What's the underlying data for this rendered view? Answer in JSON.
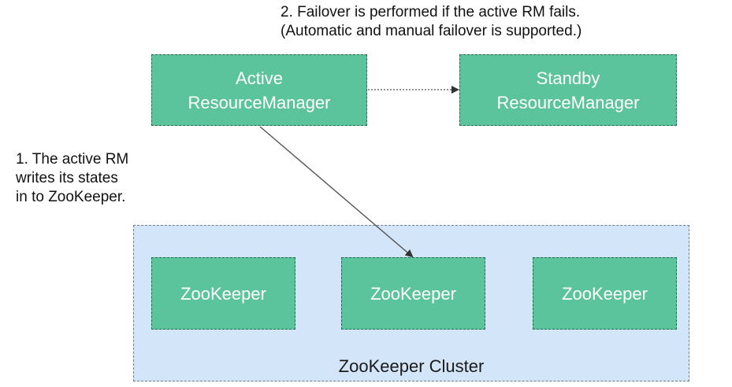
{
  "notes": {
    "failover_line1": "2. Failover is performed if the active RM fails.",
    "failover_line2": "(Automatic and manual failover is supported.)",
    "writes_line1": "1. The active RM",
    "writes_line2": "writes its states",
    "writes_line3": "in to ZooKeeper."
  },
  "nodes": {
    "active_line1": "Active",
    "active_line2": "ResourceManager",
    "standby_line1": "Standby",
    "standby_line2": "ResourceManager",
    "zookeeper": [
      "ZooKeeper",
      "ZooKeeper",
      "ZooKeeper"
    ]
  },
  "cluster": {
    "label": "ZooKeeper Cluster"
  },
  "colors": {
    "node_fill": "#5cc49d",
    "cluster_fill": "#d3e5f8",
    "connector": "#555555"
  }
}
